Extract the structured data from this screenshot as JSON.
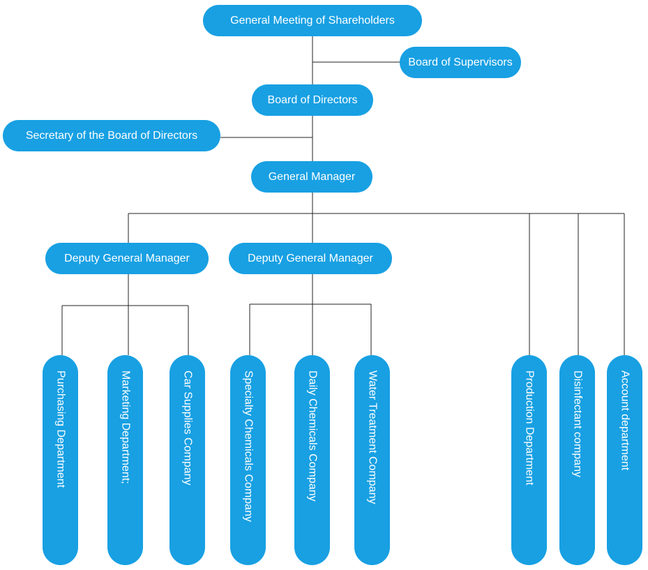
{
  "nodes": {
    "shareholders": "General Meeting of Shareholders",
    "supervisors": "Board of Supervisors",
    "directors": "Board of Directors",
    "secretary": "Secretary of the Board of Directors",
    "general_manager": "General Manager",
    "deputy_gm_1": "Deputy General Manager",
    "deputy_gm_2": "Deputy General Manager",
    "purchasing": "Purchasing Department",
    "marketing": "Marketing Department;",
    "car_supplies": "Car Supplies Company",
    "specialty_chemicals": "Specialty Chemicals Company",
    "daily_chemicals": "Daily Chemicals Company",
    "water_treatment": "Water Treatment Company",
    "production": "Production Department",
    "disinfectant": "Disinfectant company",
    "account": "Account department"
  },
  "colors": {
    "node_fill": "#18a0e3",
    "node_text": "#ffffff",
    "connector": "#222222"
  }
}
